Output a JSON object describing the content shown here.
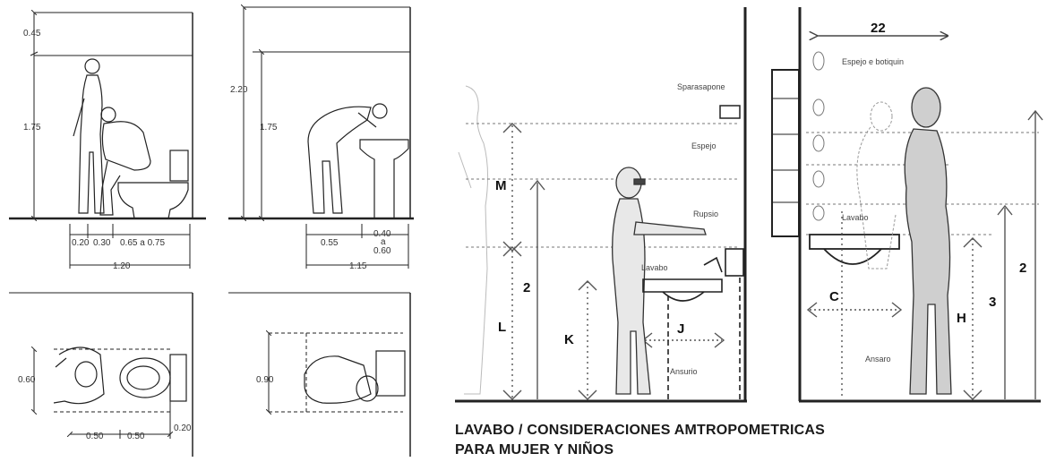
{
  "panel_toilet_side": {
    "dim_top": "0.45",
    "dim_height": "1.75",
    "dim_left_gap": "0.20",
    "dim_mid_gap": "0.30",
    "dim_range": "0.65  a  0.75",
    "dim_total": "1.20"
  },
  "panel_sink_side": {
    "dim_overall": "2.20",
    "dim_person": "1.75",
    "dim_left": "0.55",
    "dim_sink_a": "0.40",
    "dim_sink_sep": "a",
    "dim_sink_b": "0.60",
    "dim_total": "1.15"
  },
  "panel_toilet_plan": {
    "dim_depth": "0.60",
    "dim_a": "0.50",
    "dim_b": "0.50",
    "dim_tank": "0.20"
  },
  "panel_sink_plan": {
    "dim_depth": "0.90"
  },
  "panel_children": {
    "label_dispenser": "Sparasapone",
    "label_mirror": "Espejo",
    "label_faucet": "Rupsio",
    "label_sink": "Lavabo",
    "label_trap": "Ansurio",
    "letter_m": "M",
    "letter_l": "L",
    "letter_k": "K",
    "letter_j": "J",
    "letter_2": "2"
  },
  "panel_women": {
    "dim_22": "22",
    "label_shelf": "Espejo e botiquin",
    "label_sink": "Lavabo",
    "label_trap": "Ansaro",
    "letter_c": "C",
    "letter_h": "H",
    "letter_3": "3",
    "letter_2": "2"
  },
  "caption": {
    "line1": "LAVABO / CONSIDERACIONES AMTROPOMETRICAS",
    "line2": "PARA MUJER Y NIÑOS"
  }
}
